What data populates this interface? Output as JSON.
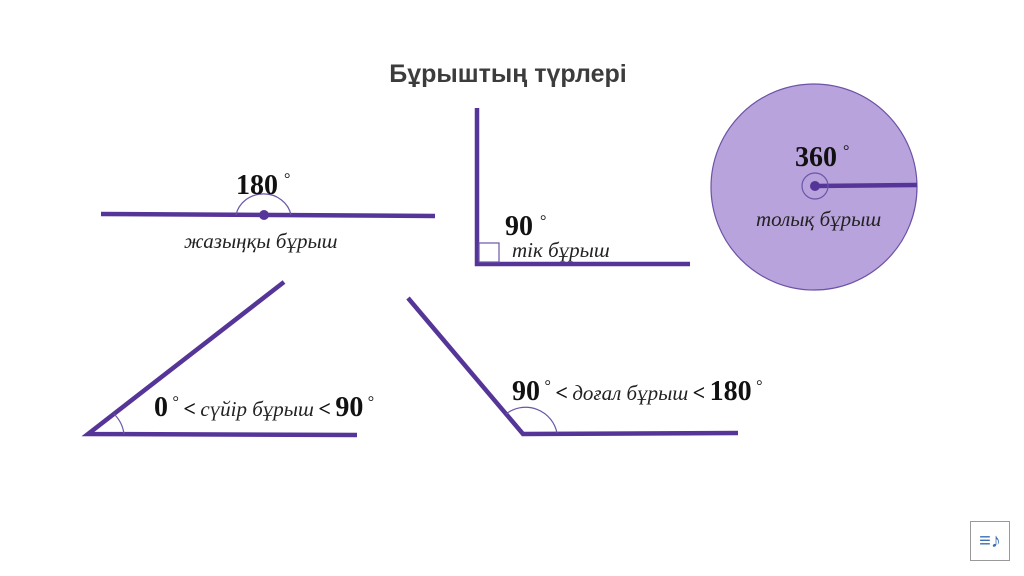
{
  "title": "Бұрыштың түрлері",
  "angles": {
    "straight": {
      "value": "180",
      "degree": "°",
      "label": "жазыңқы бұрыш"
    },
    "right": {
      "value": "90",
      "degree": "°",
      "label": "тік бұрыш"
    },
    "full": {
      "value": "360",
      "degree": "°",
      "label": "толық бұрыш"
    },
    "acute": {
      "low": "0",
      "degree": "°",
      "lt": "<",
      "label": "сүйір бұрыш",
      "high": "90"
    },
    "obtuse": {
      "low": "90",
      "degree": "°",
      "lt": "<",
      "label": "доғал бұрыш",
      "high": "180"
    }
  },
  "colors": {
    "line": "#553597",
    "circle_fill": "#b8a3dc",
    "circle_stroke": "#6b52a6"
  },
  "media_icon": "audio-list-icon"
}
